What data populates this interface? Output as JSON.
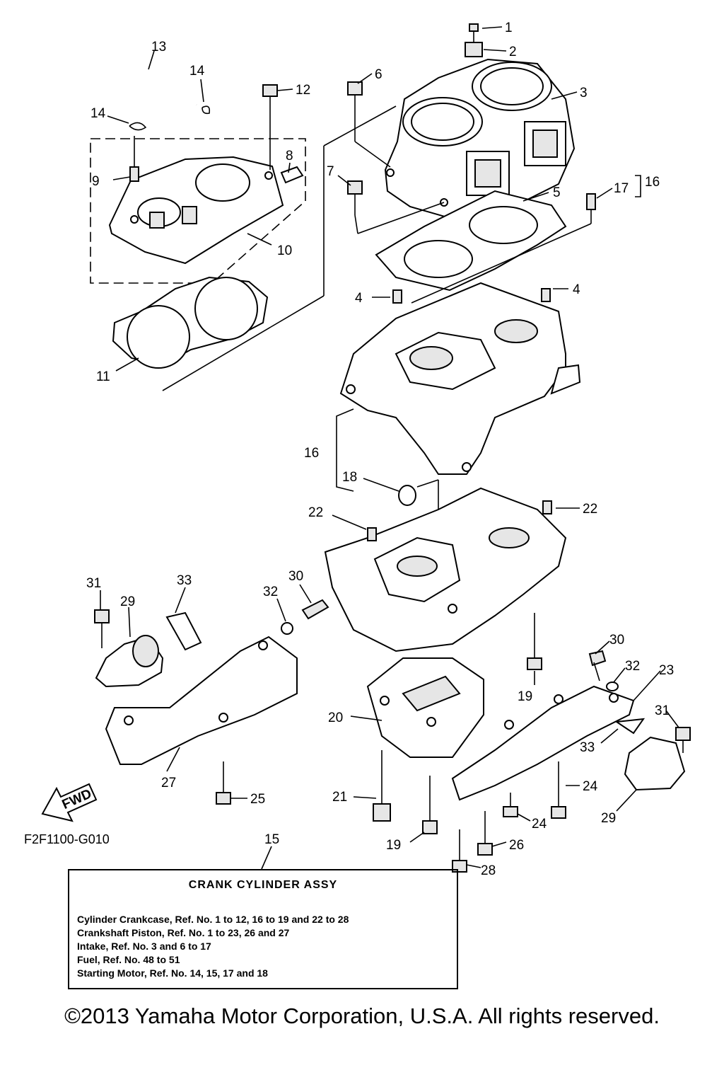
{
  "diagram_code": "F2F1100-G010",
  "fwd_label": "FWD",
  "callouts": [
    "1",
    "2",
    "3",
    "4",
    "4",
    "5",
    "6",
    "7",
    "8",
    "9",
    "10",
    "11",
    "12",
    "13",
    "14",
    "14",
    "15",
    "16",
    "16",
    "17",
    "18",
    "19",
    "19",
    "20",
    "21",
    "22",
    "22",
    "23",
    "24",
    "24",
    "25",
    "26",
    "27",
    "28",
    "29",
    "29",
    "30",
    "30",
    "31",
    "31",
    "32",
    "32",
    "33",
    "33"
  ],
  "legend": {
    "title": "CRANK CYLINDER ASSY",
    "lines": [
      "Cylinder Crankcase,  Ref. No. 1 to 12, 16 to 19 and 22 to 28",
      "Crankshaft Piston,   Ref. No. 1 to 23, 26 and 27",
      "Intake,  Ref. No. 3 and 6 to 17",
      "Fuel,  Ref. No. 48 to 51",
      "Starting Motor,  Ref. No. 14, 15, 17 and 18"
    ]
  },
  "copyright": "©2013 Yamaha Motor Corporation, U.S.A. All rights reserved."
}
